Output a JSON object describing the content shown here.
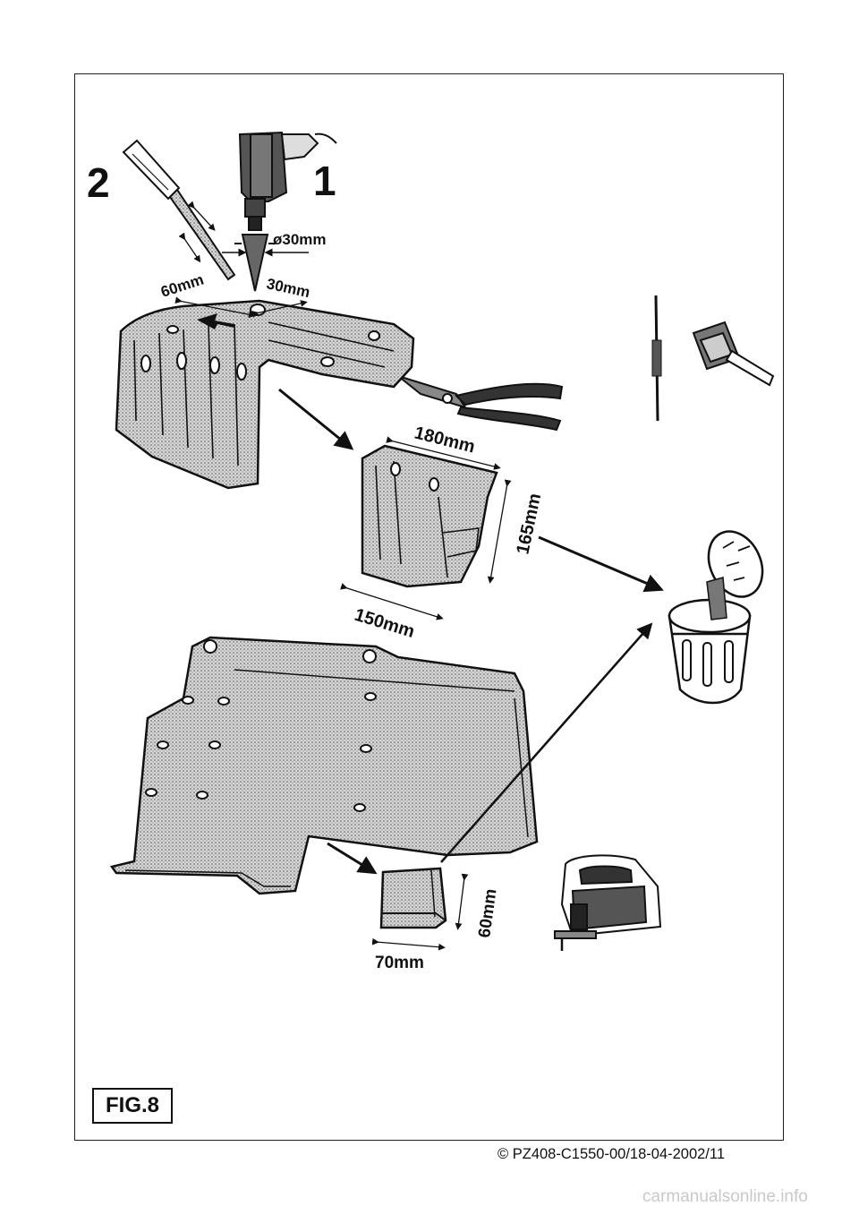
{
  "steps": {
    "step_1": "1",
    "step_2": "2"
  },
  "dimensions": {
    "hole_diameter": "ø30mm",
    "offset_60": "60mm",
    "offset_30": "30mm",
    "width_180": "180mm",
    "height_165": "165mm",
    "depth_150": "150mm",
    "height_60": "60mm",
    "width_70": "70mm"
  },
  "figure_label": "FIG.8",
  "doc_reference": "© PZ408-C1550-00/18-04-2002/11",
  "watermark": "carmanualsonline.info",
  "icons": [
    "drill-icon",
    "file-tool-icon",
    "tin-snips-icon",
    "scriber-icon",
    "tape-measure-icon",
    "waste-bin-icon",
    "jigsaw-icon"
  ]
}
